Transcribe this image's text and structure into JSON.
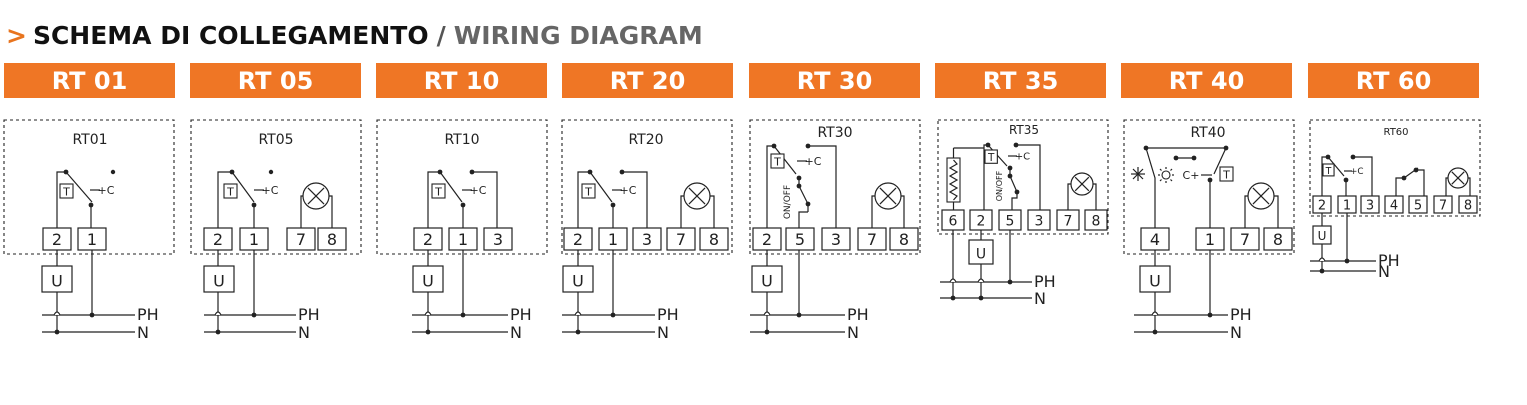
{
  "header": {
    "chevron": ">",
    "title_it": "SCHEMA DI COLLEGAMENTO",
    "separator": "/",
    "title_en": "WIRING DIAGRAM"
  },
  "colors": {
    "accent": "#ef7625",
    "line": "#222222"
  },
  "models": [
    {
      "tab": "RT 01",
      "label": "RT01",
      "terminals": [
        "2",
        "1"
      ],
      "supply": [
        "PH",
        "N"
      ],
      "contact": "C"
    },
    {
      "tab": "RT 05",
      "label": "RT05",
      "terminals": [
        "2",
        "1",
        "7",
        "8"
      ],
      "supply": [
        "PH",
        "N"
      ],
      "contact": "C"
    },
    {
      "tab": "RT 10",
      "label": "RT10",
      "terminals": [
        "2",
        "1",
        "3"
      ],
      "supply": [
        "PH",
        "N"
      ],
      "contact": "C"
    },
    {
      "tab": "RT 20",
      "label": "RT20",
      "terminals": [
        "2",
        "1",
        "3",
        "7",
        "8"
      ],
      "supply": [
        "PH",
        "N"
      ],
      "contact": "C"
    },
    {
      "tab": "RT 30",
      "label": "RT30",
      "terminals": [
        "2",
        "5",
        "3",
        "7",
        "8"
      ],
      "supply": [
        "PH",
        "N"
      ],
      "contact": "C",
      "switch": "ON/OFF"
    },
    {
      "tab": "RT 35",
      "label": "RT35",
      "terminals": [
        "6",
        "2",
        "5",
        "3",
        "7",
        "8"
      ],
      "supply": [
        "PH",
        "N"
      ],
      "contact": "C",
      "switch": "ON/OFF"
    },
    {
      "tab": "RT 40",
      "label": "RT40",
      "terminals": [
        "4",
        "1",
        "7",
        "8"
      ],
      "supply": [
        "PH",
        "N"
      ],
      "contact": "C"
    },
    {
      "tab": "RT 60",
      "label": "RT60",
      "terminals": [
        "2",
        "1",
        "3",
        "4",
        "5",
        "7",
        "8"
      ],
      "supply": [
        "PH",
        "N"
      ],
      "contact": "C"
    }
  ],
  "symbols": {
    "thermostat": "T",
    "load": "U",
    "lamp": "lamp-icon",
    "heater": "heater-resistor-icon",
    "cooling": "snowflake-icon",
    "heating": "sun-icon"
  }
}
